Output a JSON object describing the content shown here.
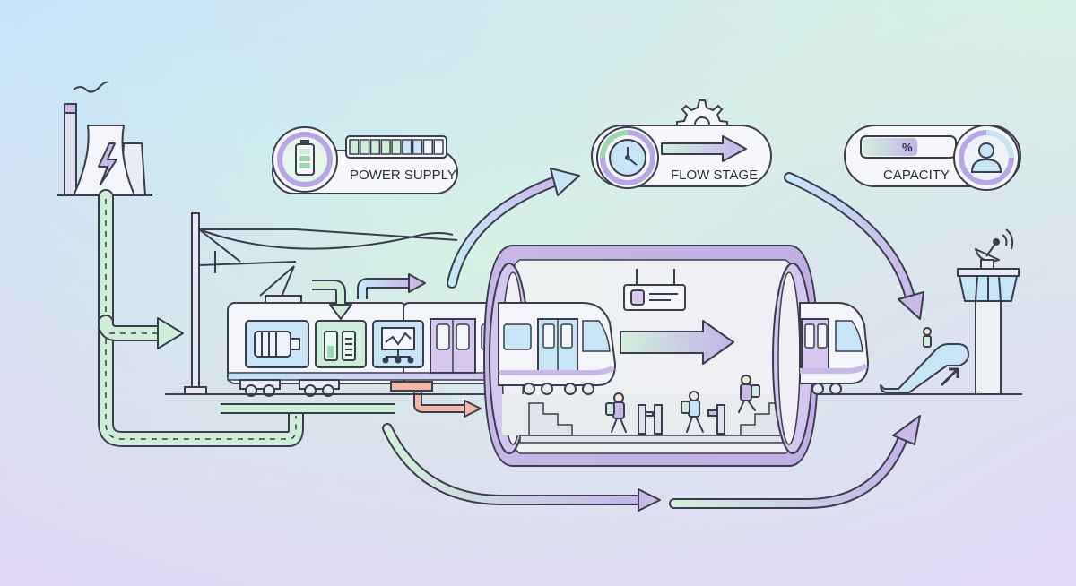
{
  "labels": {
    "power_supply": "POWER SUPPLY",
    "flow_stage": "FLOW STAGE",
    "capacity": "CAPACITY",
    "capacity_symbol": "%"
  },
  "indicators": {
    "power_supply_level": 0.82,
    "capacity_level": 0.6
  },
  "icons": [
    "power-plant-icon",
    "battery-icon",
    "clock-icon",
    "gear-icon",
    "user-icon",
    "motor-icon",
    "battery-pack-icon",
    "monitor-icon",
    "signboard-icon",
    "satellite-dish-icon",
    "control-tower-icon",
    "escalator-icon",
    "ticket-gate-icon",
    "passenger-icon"
  ],
  "colors": {
    "outline": "#3a3d4e",
    "green": "#cfeed9",
    "purple": "#c9b8e8",
    "blue": "#c7e5f5",
    "tunnel": "#b8a3d9",
    "hot": "#f2b8a8",
    "background_left": "#c9e8f8",
    "background_mid": "#d6f3e6",
    "background_right": "#ddd5f5"
  }
}
